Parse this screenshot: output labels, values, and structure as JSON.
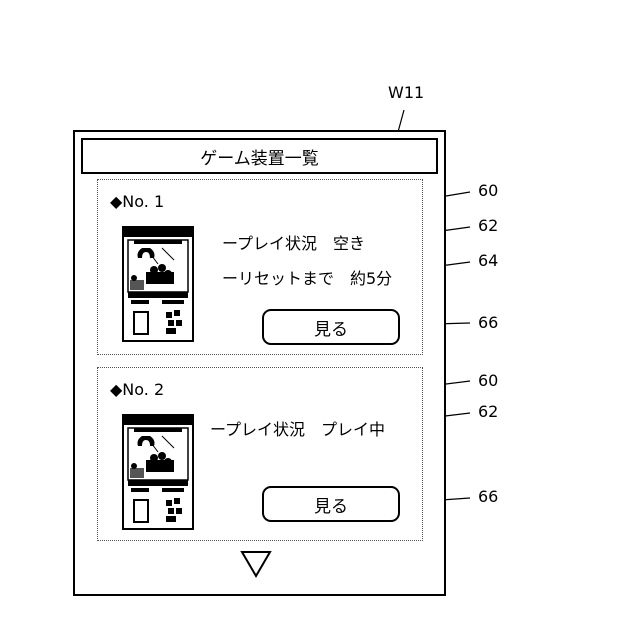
{
  "annotations": {
    "window_label": "W11",
    "ref_card": "60",
    "ref_status": "62",
    "ref_reset": "64",
    "ref_button": "66"
  },
  "screen": {
    "title": "ゲーム装置一覧",
    "cards": [
      {
        "number": "◆No. 1",
        "play_status": "ープレイ状況　空き",
        "reset_time": "ーリセットまで　約5分",
        "button_label": "見る"
      },
      {
        "number": "◆No. 2",
        "play_status": "ープレイ状況　プレイ中",
        "button_label": "見る"
      }
    ],
    "scroll_icon": "down-triangle-icon"
  }
}
